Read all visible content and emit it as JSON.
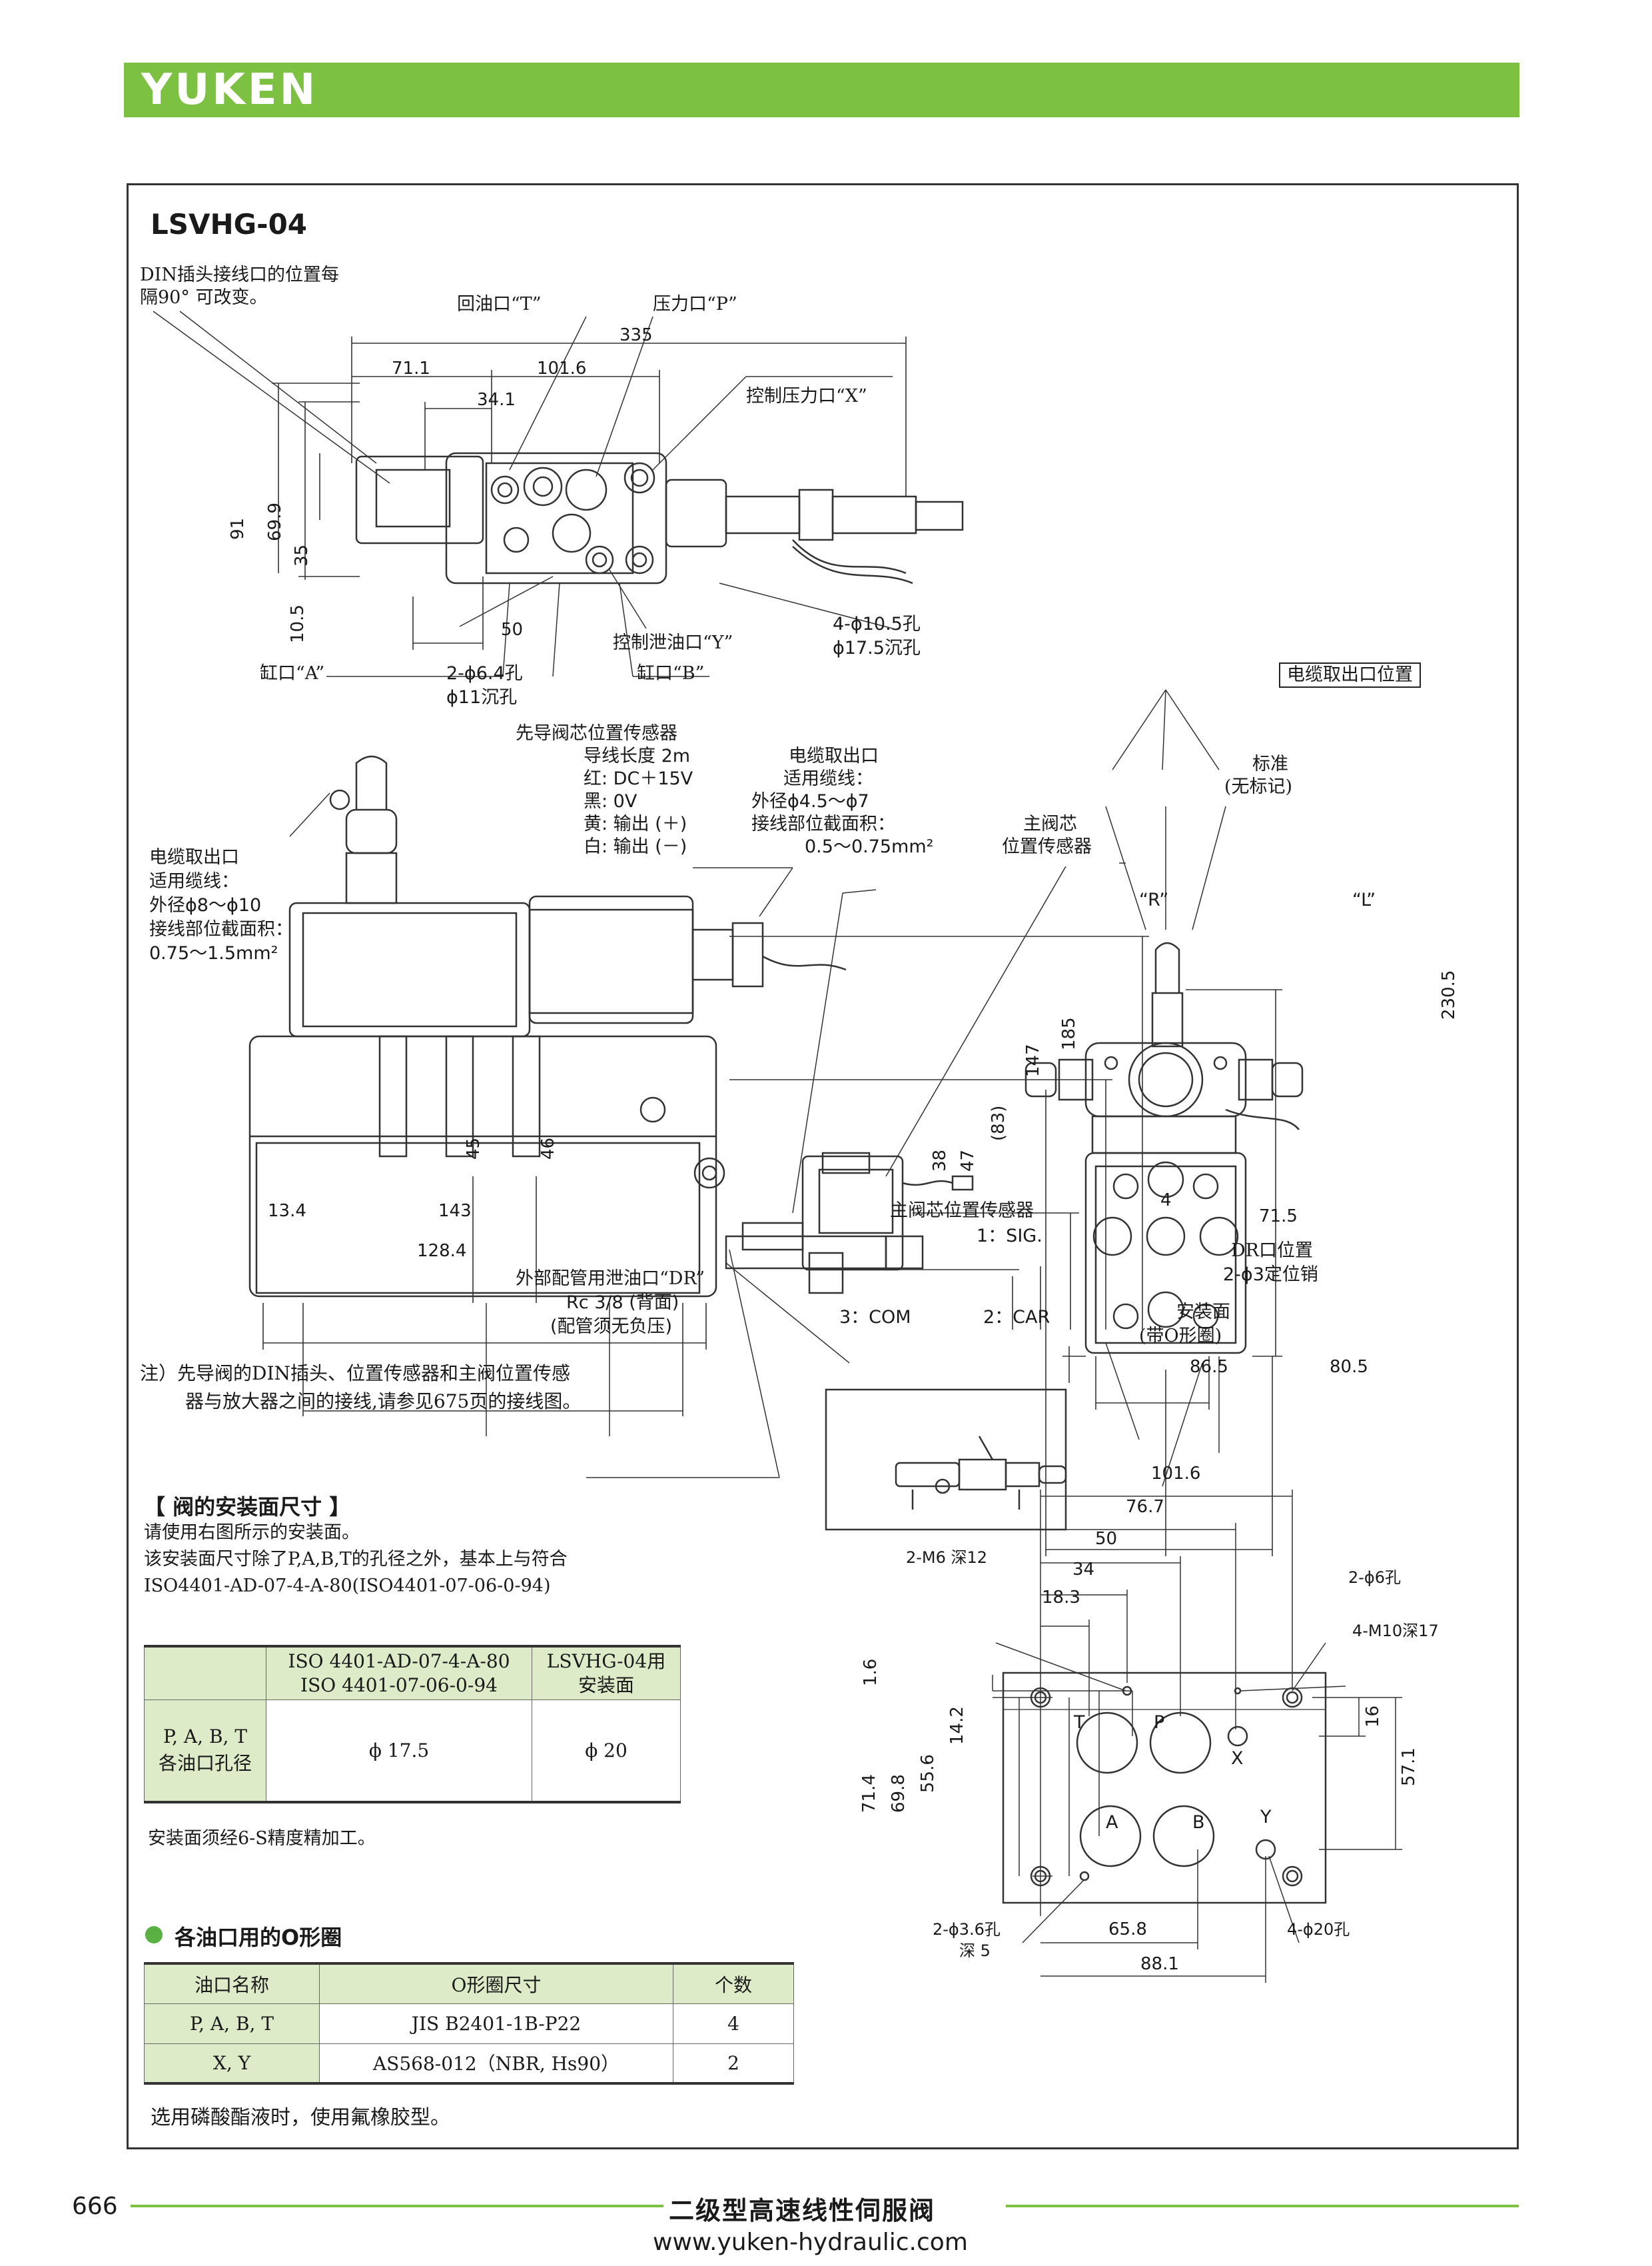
{
  "brand": {
    "logo": "YUKEN",
    "accent_color": "#7dc142"
  },
  "model": "LSVHG-04",
  "top_view": {
    "labels": {
      "din_note_1": "DIN插头接线口的位置每",
      "din_note_2": "隔90° 可改变。",
      "port_t": "回油口“T”",
      "port_p": "压力口“P”",
      "port_x": "控制压力口“X”",
      "port_a": "缸口“A”",
      "port_y": "控制泄油口“Y”",
      "port_b": "缸口“B”",
      "hole_a_1": "2-ϕ6.4孔",
      "hole_a_2": "ϕ11沉孔",
      "hole_b_1": "4-ϕ10.5孔",
      "hole_b_2": "ϕ17.5沉孔"
    },
    "dims": {
      "d335": "335",
      "d71_1": "71.1",
      "d101_6": "101.6",
      "d34_1": "34.1",
      "d91": "91",
      "d69_9": "69.9",
      "d35": "35",
      "d10_5": "10.5",
      "d50": "50"
    }
  },
  "front_view": {
    "labels": {
      "pilot_sensor": "先导阀芯位置传感器",
      "wire_len": "导线长度  2m",
      "wire_red": "红: DC＋15V",
      "wire_black": "黑:         0V",
      "wire_yellow": "黄: 输出 (＋)",
      "wire_white": "白: 输出 (－)",
      "cable_out_r_1": "电缆取出口",
      "cable_out_r_2": "适用缆线：",
      "cable_out_r_3": "外径ϕ4.5～ϕ7",
      "cable_out_r_4": "接线部位截面积：",
      "cable_out_r_5": "0.5～0.75mm²",
      "main_sensor_1": "主阀芯",
      "main_sensor_2": "位置传感器",
      "cable_out_l_1": "电缆取出口",
      "cable_out_l_2": "适用缆线：",
      "cable_out_l_3": "外径ϕ8～ϕ10",
      "cable_out_l_4": "接线部位截面积：",
      "cable_out_l_5": "0.75～1.5mm²",
      "dr_1": "外部配管用泄油口“DR”",
      "dr_2": "Rc  3/8 (背面)",
      "dr_3": "(配管须无负压)",
      "sensor_box_title": "主阀芯位置传感器",
      "pin_1": "1：SIG.",
      "pin_2": "2：CAR",
      "pin_3": "3：COM"
    },
    "dims": {
      "d13_4": "13.4",
      "d143": "143",
      "d128_4": "128.4",
      "d45": "45",
      "d46": "46",
      "d38": "38",
      "d47": "47",
      "d83": "(83)",
      "d147": "147",
      "d185": "185"
    }
  },
  "side_view": {
    "labels": {
      "cable_pos": "电缆取出口位置",
      "standard_1": "标准",
      "standard_2": "(无标记)",
      "r": "“R”",
      "l": "“L”",
      "dr_pos": "DR口位置",
      "pin": "2-ϕ3定位销",
      "mount_1": "安装面",
      "mount_2": "(带O形圈)"
    },
    "dims": {
      "d230_5": "230.5",
      "d4": "4",
      "d71_5": "71.5",
      "d86_5": "86.5",
      "d80_5": "80.5"
    }
  },
  "note": {
    "line1": "注）先导阀的DIN插头、位置传感器和主阀位置传感",
    "line2": "器与放大器之间的接线,请参见675页的接线图。"
  },
  "mounting": {
    "title": "【 阀的安装面尺寸 】",
    "desc_1": "请使用右图所示的安装面。",
    "desc_2": "该安装面尺寸除了P,A,B,T的孔径之外，基本上与符合",
    "desc_3": "ISO4401-AD-07-4-A-80(ISO4401-07-06-0-94)",
    "table": {
      "col1_1": "ISO 4401-AD-07-4-A-80",
      "col1_2": "ISO 4401-07-06-0-94",
      "col2_1": "LSVHG-04用",
      "col2_2": "安装面",
      "row_1": "P, A, B, T",
      "row_2": "各油口孔径",
      "v1": "ϕ 17.5",
      "v2": "ϕ 20"
    },
    "footer": "安装面须经6-S精度精加工。"
  },
  "mount_drawing": {
    "labels": {
      "m6": "2-M6 深12",
      "phi6": "2-ϕ6孔",
      "m10": "4-M10深17",
      "phi3_6_1": "2-ϕ3.6孔",
      "phi3_6_2": "深 5",
      "phi20": "4-ϕ20孔",
      "t": "T",
      "p": "P",
      "x": "X",
      "a": "A",
      "b": "B",
      "y": "Y"
    },
    "dims": {
      "d101_6": "101.6",
      "d76_7": "76.7",
      "d50": "50",
      "d34": "34",
      "d18_3": "18.3",
      "d1_6": "1.6",
      "d14_2": "14.2",
      "d55_6": "55.6",
      "d69_8": "69.8",
      "d71_4": "71.4",
      "d16": "16",
      "d57_1": "57.1",
      "d65_8": "65.8",
      "d88_1": "88.1"
    }
  },
  "oring": {
    "title": "各油口用的O形圈",
    "headers": [
      "油口名称",
      "O形圈尺寸",
      "个数"
    ],
    "rows": [
      [
        "P, A, B, T",
        "JIS B2401-1B-P22",
        "4"
      ],
      [
        "X, Y",
        "AS568-012（NBR, Hs90）",
        "2"
      ]
    ],
    "footer": "选用磷酸酯液时，使用氟橡胶型。"
  },
  "footer": {
    "page_number": "666",
    "title": "二级型高速线性伺服阀",
    "url": "www.yuken-hydraulic.com"
  }
}
